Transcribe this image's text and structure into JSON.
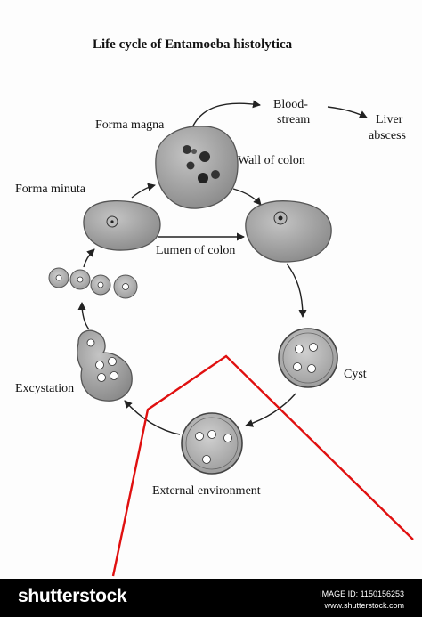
{
  "diagram": {
    "title": "Life cycle of Entamoeba histolytica",
    "labels": {
      "forma_magna": "Forma magna",
      "blood_stream_1": "Blood-",
      "blood_stream_2": "stream",
      "liver_1": "Liver",
      "liver_2": "abscess",
      "wall_of_colon": "Wall of colon",
      "forma_minuta": "Forma minuta",
      "lumen_of_colon": "Lumen of colon",
      "cyst": "Cyst",
      "excystation": "Excystation",
      "external_environment": "External environment"
    },
    "colors": {
      "cell_fill": "#9a9a9a",
      "cell_dark": "#6f6f6f",
      "annotation_line": "#e01010"
    }
  },
  "footer": {
    "brand": "shutterstock",
    "image_id_label": "IMAGE ID: 1150156253",
    "site": "www.shutterstock.com"
  }
}
